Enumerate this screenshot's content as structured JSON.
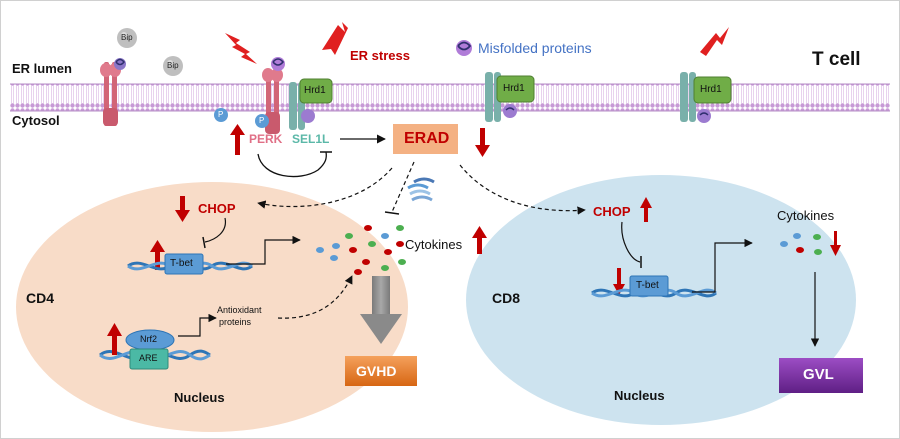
{
  "labels": {
    "er_lumen": "ER lumen",
    "cytosol": "Cytosol",
    "t_cell": "T cell",
    "er_stress": "ER stress",
    "misfolded": "Misfolded proteins",
    "bip": "Bip",
    "hrd1": "Hrd1",
    "p": "P",
    "perk": "PERK",
    "sel1l": "SEL1L",
    "erad": "ERAD",
    "chop": "CHOP",
    "tbet": "T-bet",
    "cytokines": "Cytokines",
    "cd4": "CD4",
    "cd8": "CD8",
    "nrf2": "Nrf2",
    "are": "ARE",
    "antioxidant_1": "Antioxidant",
    "antioxidant_2": "proteins",
    "nucleus": "Nucleus",
    "gvhd": "GVHD",
    "gvl": "GVL"
  },
  "colors": {
    "membrane": "#b58cc6",
    "red": "#c00000",
    "perk": "#e06f86",
    "sel1l": "#5bb8a8",
    "erad_box": "#f4b183",
    "cd4_cell": "#f8dcc8",
    "cd8_cell": "#cce3ef",
    "tbet_box": "#5b9bd5",
    "gvhd": "#ed7d31",
    "gvl": "#7030a0",
    "misfolded_text": "#4472c4"
  }
}
